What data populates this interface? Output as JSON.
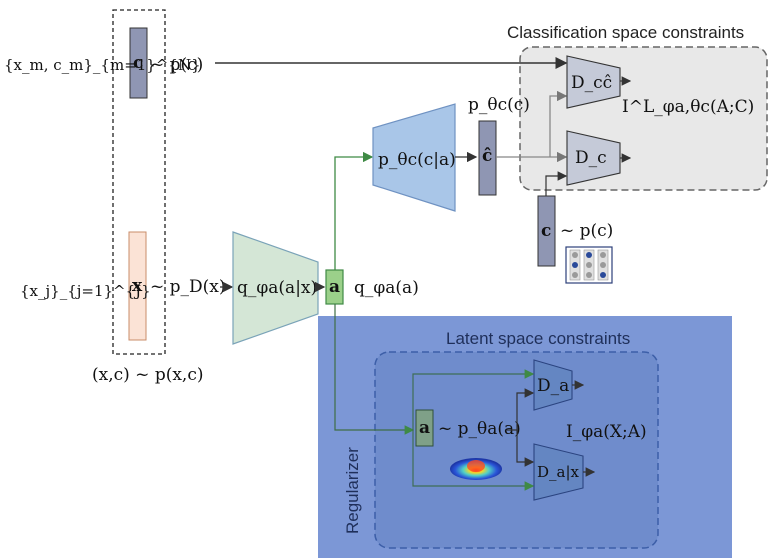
{
  "sections": {
    "classification": "Classification space constraints",
    "latent": "Latent space constraints",
    "regularizer": "Regularizer"
  },
  "labels": {
    "dataset_c_braces": "{x_m, c_m}_{m=1}^{N}",
    "dataset_x_braces": "{x_j}_{j=1}^{J}",
    "c_symbol": "c",
    "x_symbol": "x",
    "a_symbol": "a",
    "chat_symbol": "ĉ",
    "sim_pc": "~ p(c)",
    "sim_pdx": "~ p_D(x)",
    "joint": "(x,c) ~ p(x,c)",
    "encoder": "q_φa(a|x)",
    "decoder": "p_θc(c|a)",
    "q_a": "q_φa(a)",
    "p_c": "p_θc(c)",
    "d_cc": "D_cĉ",
    "d_c": "D_c",
    "d_a": "D_a",
    "d_ax": "D_a|x",
    "mi_class": "I^L_φa,θc(A;C)",
    "mi_latent": "I_φa(X;A)",
    "prior_a": "~ p_θa(a)",
    "sample_c": "~ p(c)"
  },
  "colors": {
    "c_box": "#8f96b3",
    "x_box": "#fbe3d6",
    "a_box": "#9bd08a",
    "encoder": "#d4e6d6",
    "decoder": "#a9c6e8",
    "discriminator": "#c5cad8",
    "class_panel": "#e8e8e8",
    "latent_panel": "#7c97d6",
    "latent_inner": "#6f8ccc"
  }
}
